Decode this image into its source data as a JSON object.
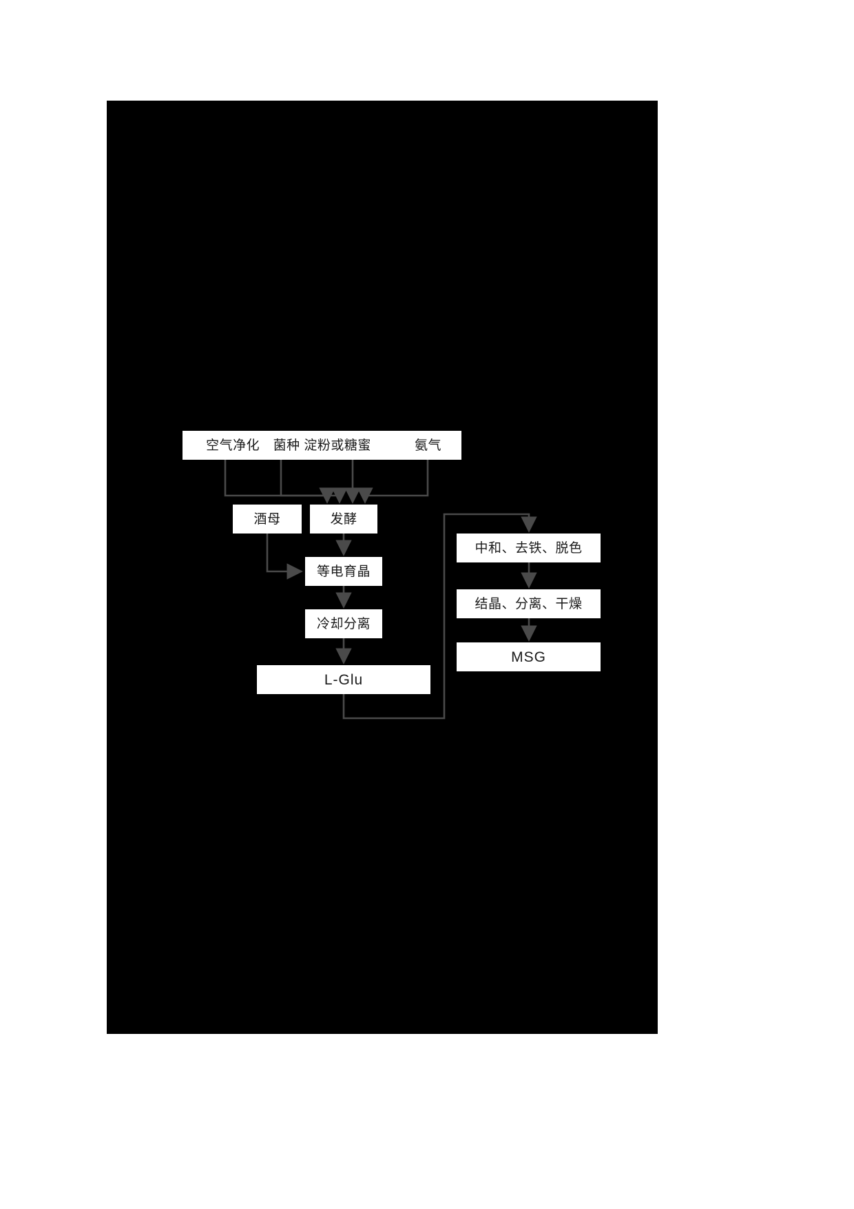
{
  "document": {
    "page_background": "#ffffff",
    "canvas_background": "#000000",
    "node_fill": "#ffffff",
    "node_text_color": "#1a1a1a",
    "connector_color": "#4a4a4a"
  },
  "diagram": {
    "type": "process-flow",
    "title": "MSG (Monosodium Glutamate) Fermentation Production Flow",
    "nodes": [
      {
        "id": "feed",
        "label": "空气净化　菌种 淀粉或糖蜜",
        "script": "cjk"
      },
      {
        "id": "ammonia",
        "label": "氨气",
        "script": "cjk"
      },
      {
        "id": "yeast",
        "label": "酒母",
        "script": "cjk"
      },
      {
        "id": "ferment",
        "label": "发酵",
        "script": "cjk"
      },
      {
        "id": "neutral",
        "label": "中和、去铁、脱色",
        "script": "cjk"
      },
      {
        "id": "isoelec",
        "label": "等电育晶",
        "script": "cjk"
      },
      {
        "id": "crystal",
        "label": "结晶、分离、干燥",
        "script": "cjk"
      },
      {
        "id": "cool",
        "label": "冷却分离",
        "script": "cjk"
      },
      {
        "id": "msg",
        "label": "MSG",
        "script": "latin"
      },
      {
        "id": "lglu",
        "label": "L-Glu",
        "script": "latin"
      }
    ],
    "edges": [
      {
        "from": "feed",
        "to": "ferment",
        "style": "orthogonal-arrow",
        "note": "air purification branch"
      },
      {
        "from": "feed",
        "to": "ferment",
        "style": "orthogonal-arrow",
        "note": "seed culture branch"
      },
      {
        "from": "feed",
        "to": "ferment",
        "style": "straight-arrow",
        "note": "starch or molasses branch"
      },
      {
        "from": "ammonia",
        "to": "ferment",
        "style": "orthogonal-arrow",
        "note": "ammonia gas branch"
      },
      {
        "from": "ferment",
        "to": "isoelec",
        "style": "straight-arrow"
      },
      {
        "from": "yeast",
        "to": "isoelec",
        "style": "orthogonal-arrow"
      },
      {
        "from": "isoelec",
        "to": "cool",
        "style": "straight-arrow"
      },
      {
        "from": "cool",
        "to": "lglu",
        "style": "straight-arrow"
      },
      {
        "from": "lglu",
        "to": "neutral",
        "style": "orthogonal-arrow",
        "note": "feedback loop right then up"
      },
      {
        "from": "neutral",
        "to": "crystal",
        "style": "straight-arrow"
      },
      {
        "from": "crystal",
        "to": "msg",
        "style": "straight-arrow"
      }
    ]
  }
}
